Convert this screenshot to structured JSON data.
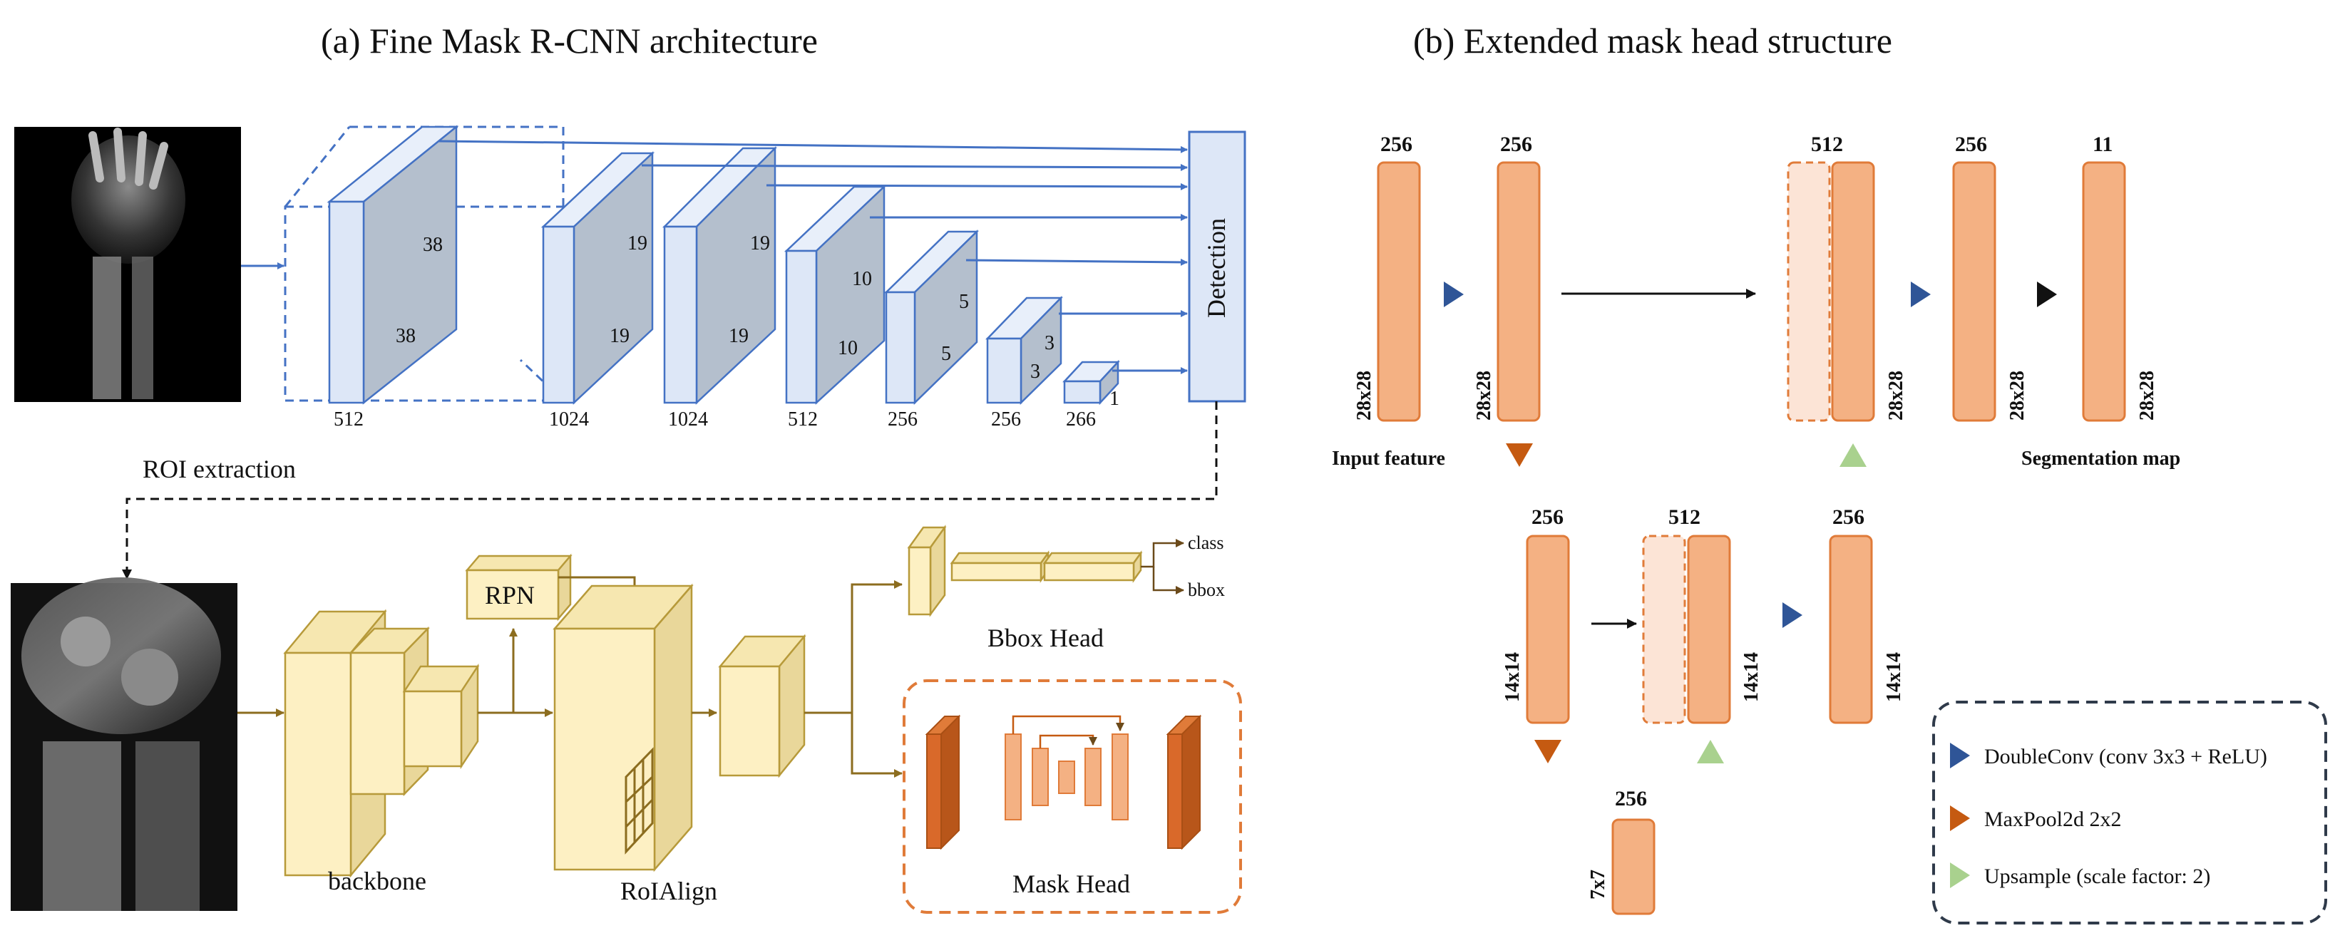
{
  "titles": {
    "left": "(a) Fine Mask R-CNN architecture",
    "right": "(b) Extended mask head structure"
  },
  "part_a": {
    "detection": "Detection",
    "roi_extraction": "ROI extraction",
    "feature_blocks": [
      {
        "channels": "512",
        "h": "38",
        "w": "38"
      },
      {
        "channels": "1024",
        "h": "19",
        "w": "19"
      },
      {
        "channels": "1024",
        "h": "19",
        "w": "19"
      },
      {
        "channels": "512",
        "h": "10",
        "w": "10"
      },
      {
        "channels": "256",
        "h": "5",
        "w": "5"
      },
      {
        "channels": "256",
        "h": "3",
        "w": "3"
      },
      {
        "channels": "266",
        "h": "",
        "w": "1"
      }
    ],
    "rpn": "RPN",
    "backbone": "backbone",
    "roialign": "RoIAlign",
    "bbox_head": "Bbox Head",
    "mask_head": "Mask Head",
    "class_out": "class",
    "bbox_out": "bbox"
  },
  "part_b": {
    "top_row": [
      {
        "channels": "256",
        "size": "28x28"
      },
      {
        "channels": "256",
        "size": "28x28"
      },
      {
        "channels": "512",
        "size": "28x28"
      },
      {
        "channels": "256",
        "size": "28x28"
      },
      {
        "channels": "11",
        "size": "28x28"
      }
    ],
    "mid_row": [
      {
        "channels": "256",
        "size": "14x14"
      },
      {
        "channels": "512",
        "size": "14x14"
      },
      {
        "channels": "256",
        "size": "14x14"
      }
    ],
    "bottom": {
      "channels": "256",
      "size": "7x7"
    },
    "input_feature": "Input feature",
    "segmentation_map": "Segmentation map"
  },
  "legend": {
    "doubleconv": "DoubleConv (conv 3x3 + ReLU)",
    "maxpool": "MaxPool2d 2x2",
    "upsample": "Upsample (scale factor: 2)"
  },
  "colors": {
    "blue_arrow": "#4472c4",
    "orange_block": "#f4b183",
    "orange_border": "#e07b39",
    "yellow_block": "#fdf0c3",
    "gold_arrow": "#8c6d1f",
    "maxpool": "#c55a11",
    "upsample": "#a9d18e"
  }
}
